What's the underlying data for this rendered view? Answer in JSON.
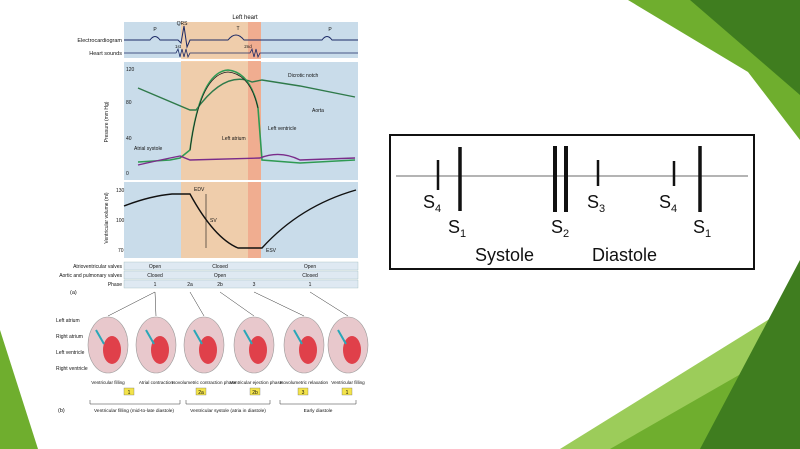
{
  "colors": {
    "background": "#ffffff",
    "green_dark": "#3f7d1f",
    "green_mid": "#6fae2e",
    "green_light": "#9ccc5a",
    "panel_blue": "#c9dcea",
    "systole_orange": "#f6caa0",
    "pressure_green": "#2f9a53",
    "pressure_purple": "#7a2c8a"
  },
  "wiggers": {
    "title": "Left heart",
    "ecg_label": "Electrocardiogram",
    "heart_sounds_label": "Heart sounds",
    "ecg_marks": [
      "P",
      "QRS",
      "T",
      "P"
    ],
    "sound_marks": [
      "1st",
      "2nd"
    ],
    "pressure_axis_label": "Pressure (mm Hg)",
    "pressure_ticks": [
      "120",
      "80",
      "40",
      "0"
    ],
    "dicrotic_notch": "Dicrotic notch",
    "aorta": "Aorta",
    "left_ventricle": "Left ventricle",
    "atrial_systole": "Atrial systole",
    "left_atrium_curve": "Left atrium",
    "volume_axis_label": "Ventricular volume (ml)",
    "volume_ticks": [
      "130",
      "100",
      "70"
    ],
    "edv": "EDV",
    "sv": "SV",
    "esv": "ESV",
    "table": {
      "av_label": "Atrioventricular valves",
      "av_values": [
        "Open",
        "Closed",
        "Open"
      ],
      "semilunar_label": "Aortic and pulmonary valves",
      "semilunar_values": [
        "Closed",
        "Open",
        "Closed"
      ],
      "phase_label": "Phase",
      "phase_values": [
        "1",
        "2a",
        "2b",
        "3",
        "1"
      ]
    },
    "part_a": "(a)",
    "part_b": "(b)",
    "anatomy_labels": [
      "Left atrium",
      "Right atrium",
      "Left ventricle",
      "Right ventricle"
    ],
    "phase_captions": [
      "Ventricular filling",
      "Atrial contraction",
      "Isovolumetric contraction phase",
      "Ventricular ejection phase",
      "Isovolumetric relaxation",
      "Ventricular filling"
    ],
    "phase_tags": [
      "1",
      "2a",
      "2b",
      "3",
      "1"
    ],
    "group_captions": [
      "Ventricular filling (mid-to-late diastole)",
      "Ventricular systole (atria in diastole)",
      "Early diastole"
    ]
  },
  "phono": {
    "marks": [
      {
        "label": "S",
        "sub": "4"
      },
      {
        "label": "S",
        "sub": "1"
      },
      {
        "label": "S",
        "sub": "2"
      },
      {
        "label": "S",
        "sub": "3"
      },
      {
        "label": "S",
        "sub": "4"
      },
      {
        "label": "S",
        "sub": "1"
      }
    ],
    "systole": "Systole",
    "diastole": "Diastole"
  }
}
